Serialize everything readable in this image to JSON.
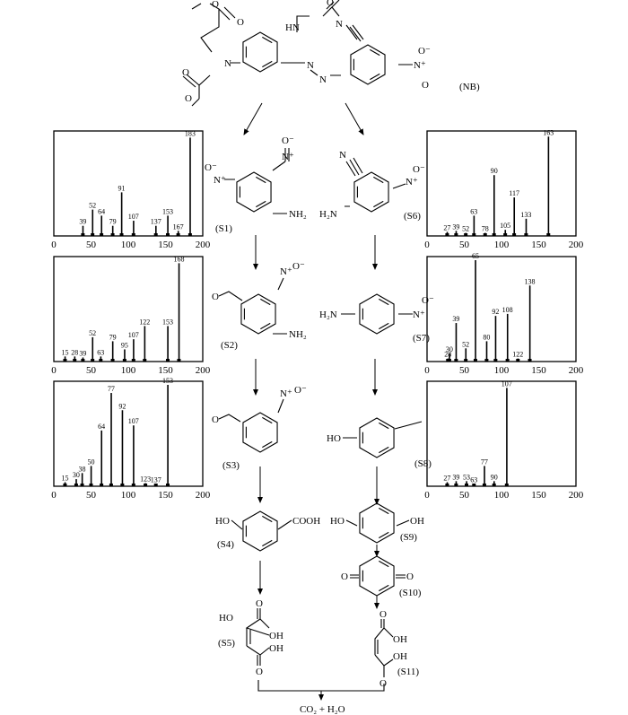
{
  "compounds": {
    "NB": {
      "label": "(NB)",
      "atoms": [
        "O",
        "O",
        "O",
        "O",
        "N",
        "HN",
        "O",
        "N",
        "N",
        "N",
        "N⁺",
        "O⁻",
        "O"
      ]
    },
    "S1": {
      "label": "(S1)",
      "atoms": [
        "O⁻",
        "N⁺",
        "N⁺",
        "O⁻",
        "NH₂"
      ]
    },
    "S2": {
      "label": "(S2)",
      "atoms": [
        "O",
        "N⁺",
        "O⁻",
        "NH₂"
      ]
    },
    "S3": {
      "label": "(S3)",
      "atoms": [
        "O",
        "N⁺",
        "O⁻"
      ]
    },
    "S4": {
      "label": "(S4)",
      "atoms": [
        "HO",
        "COOH"
      ]
    },
    "S5": {
      "label": "(S5)",
      "atoms": [
        "O",
        "HO",
        "OH",
        "OH",
        "O"
      ]
    },
    "S6": {
      "label": "(S6)",
      "atoms": [
        "N",
        "H₂N",
        "N⁺",
        "O⁻"
      ]
    },
    "S7": {
      "label": "(S7)",
      "atoms": [
        "H₂N",
        "N⁺",
        "O⁻"
      ]
    },
    "S8": {
      "label": "(S8)",
      "atoms": [
        "HO"
      ]
    },
    "S9": {
      "label": "(S9)",
      "atoms": [
        "HO",
        "OH"
      ]
    },
    "S10": {
      "label": "(S10)",
      "atoms": [
        "O",
        "O"
      ]
    },
    "S11": {
      "label": "(S11)",
      "atoms": [
        "O",
        "OH",
        "OH",
        "O"
      ]
    }
  },
  "final_product": "CO₂ + H₂O",
  "chart_data": [
    {
      "type": "bar",
      "compound": "S1",
      "xlim": [
        0,
        200
      ],
      "x_ticks": [
        "0",
        "50",
        "100",
        "150",
        "200"
      ],
      "peaks": [
        [
          39,
          0.1
        ],
        [
          52,
          0.26
        ],
        [
          64,
          0.2
        ],
        [
          79,
          0.1
        ],
        [
          91,
          0.43
        ],
        [
          107,
          0.15
        ],
        [
          137,
          0.1
        ],
        [
          153,
          0.2
        ],
        [
          167,
          0.05
        ],
        [
          183,
          0.97
        ]
      ]
    },
    {
      "type": "bar",
      "compound": "S2",
      "xlim": [
        0,
        200
      ],
      "x_ticks": [
        "0",
        "50",
        "100",
        "150",
        "200"
      ],
      "peaks": [
        [
          15,
          0.05
        ],
        [
          28,
          0.05
        ],
        [
          39,
          0.04
        ],
        [
          52,
          0.24
        ],
        [
          63,
          0.05
        ],
        [
          79,
          0.2
        ],
        [
          95,
          0.12
        ],
        [
          107,
          0.22
        ],
        [
          122,
          0.35
        ],
        [
          153,
          0.35
        ],
        [
          168,
          0.97
        ]
      ]
    },
    {
      "type": "bar",
      "compound": "S3",
      "xlim": [
        0,
        200
      ],
      "x_ticks": [
        "0",
        "50",
        "100",
        "150",
        "200"
      ],
      "peaks": [
        [
          15,
          0.04
        ],
        [
          30,
          0.07
        ],
        [
          38,
          0.13
        ],
        [
          50,
          0.2
        ],
        [
          64,
          0.55
        ],
        [
          77,
          0.92
        ],
        [
          92,
          0.75
        ],
        [
          107,
          0.6
        ],
        [
          123,
          0.03
        ],
        [
          137,
          0.02
        ],
        [
          153,
          1.0
        ]
      ]
    },
    {
      "type": "bar",
      "compound": "S6",
      "xlim": [
        0,
        200
      ],
      "x_ticks": [
        "0",
        "50",
        "100",
        "150",
        "200"
      ],
      "peaks": [
        [
          27,
          0.04
        ],
        [
          39,
          0.05
        ],
        [
          52,
          0.03
        ],
        [
          63,
          0.2
        ],
        [
          78,
          0.03
        ],
        [
          90,
          0.6
        ],
        [
          105,
          0.06
        ],
        [
          117,
          0.38
        ],
        [
          133,
          0.17
        ],
        [
          163,
          0.98
        ]
      ]
    },
    {
      "type": "bar",
      "compound": "S7",
      "xlim": [
        0,
        200
      ],
      "x_ticks": [
        "0",
        "50",
        "100",
        "150",
        "200"
      ],
      "peaks": [
        [
          28,
          0.03
        ],
        [
          30,
          0.08
        ],
        [
          39,
          0.38
        ],
        [
          52,
          0.13
        ],
        [
          65,
          1.0
        ],
        [
          80,
          0.2
        ],
        [
          92,
          0.45
        ],
        [
          108,
          0.47
        ],
        [
          122,
          0.03
        ],
        [
          138,
          0.75
        ]
      ]
    },
    {
      "type": "bar",
      "compound": "S8",
      "xlim": [
        0,
        200
      ],
      "x_ticks": [
        "0",
        "50",
        "100",
        "150",
        "200"
      ],
      "peaks": [
        [
          27,
          0.04
        ],
        [
          39,
          0.05
        ],
        [
          53,
          0.05
        ],
        [
          63,
          0.02
        ],
        [
          77,
          0.2
        ],
        [
          90,
          0.05
        ],
        [
          107,
          0.97
        ]
      ]
    }
  ]
}
